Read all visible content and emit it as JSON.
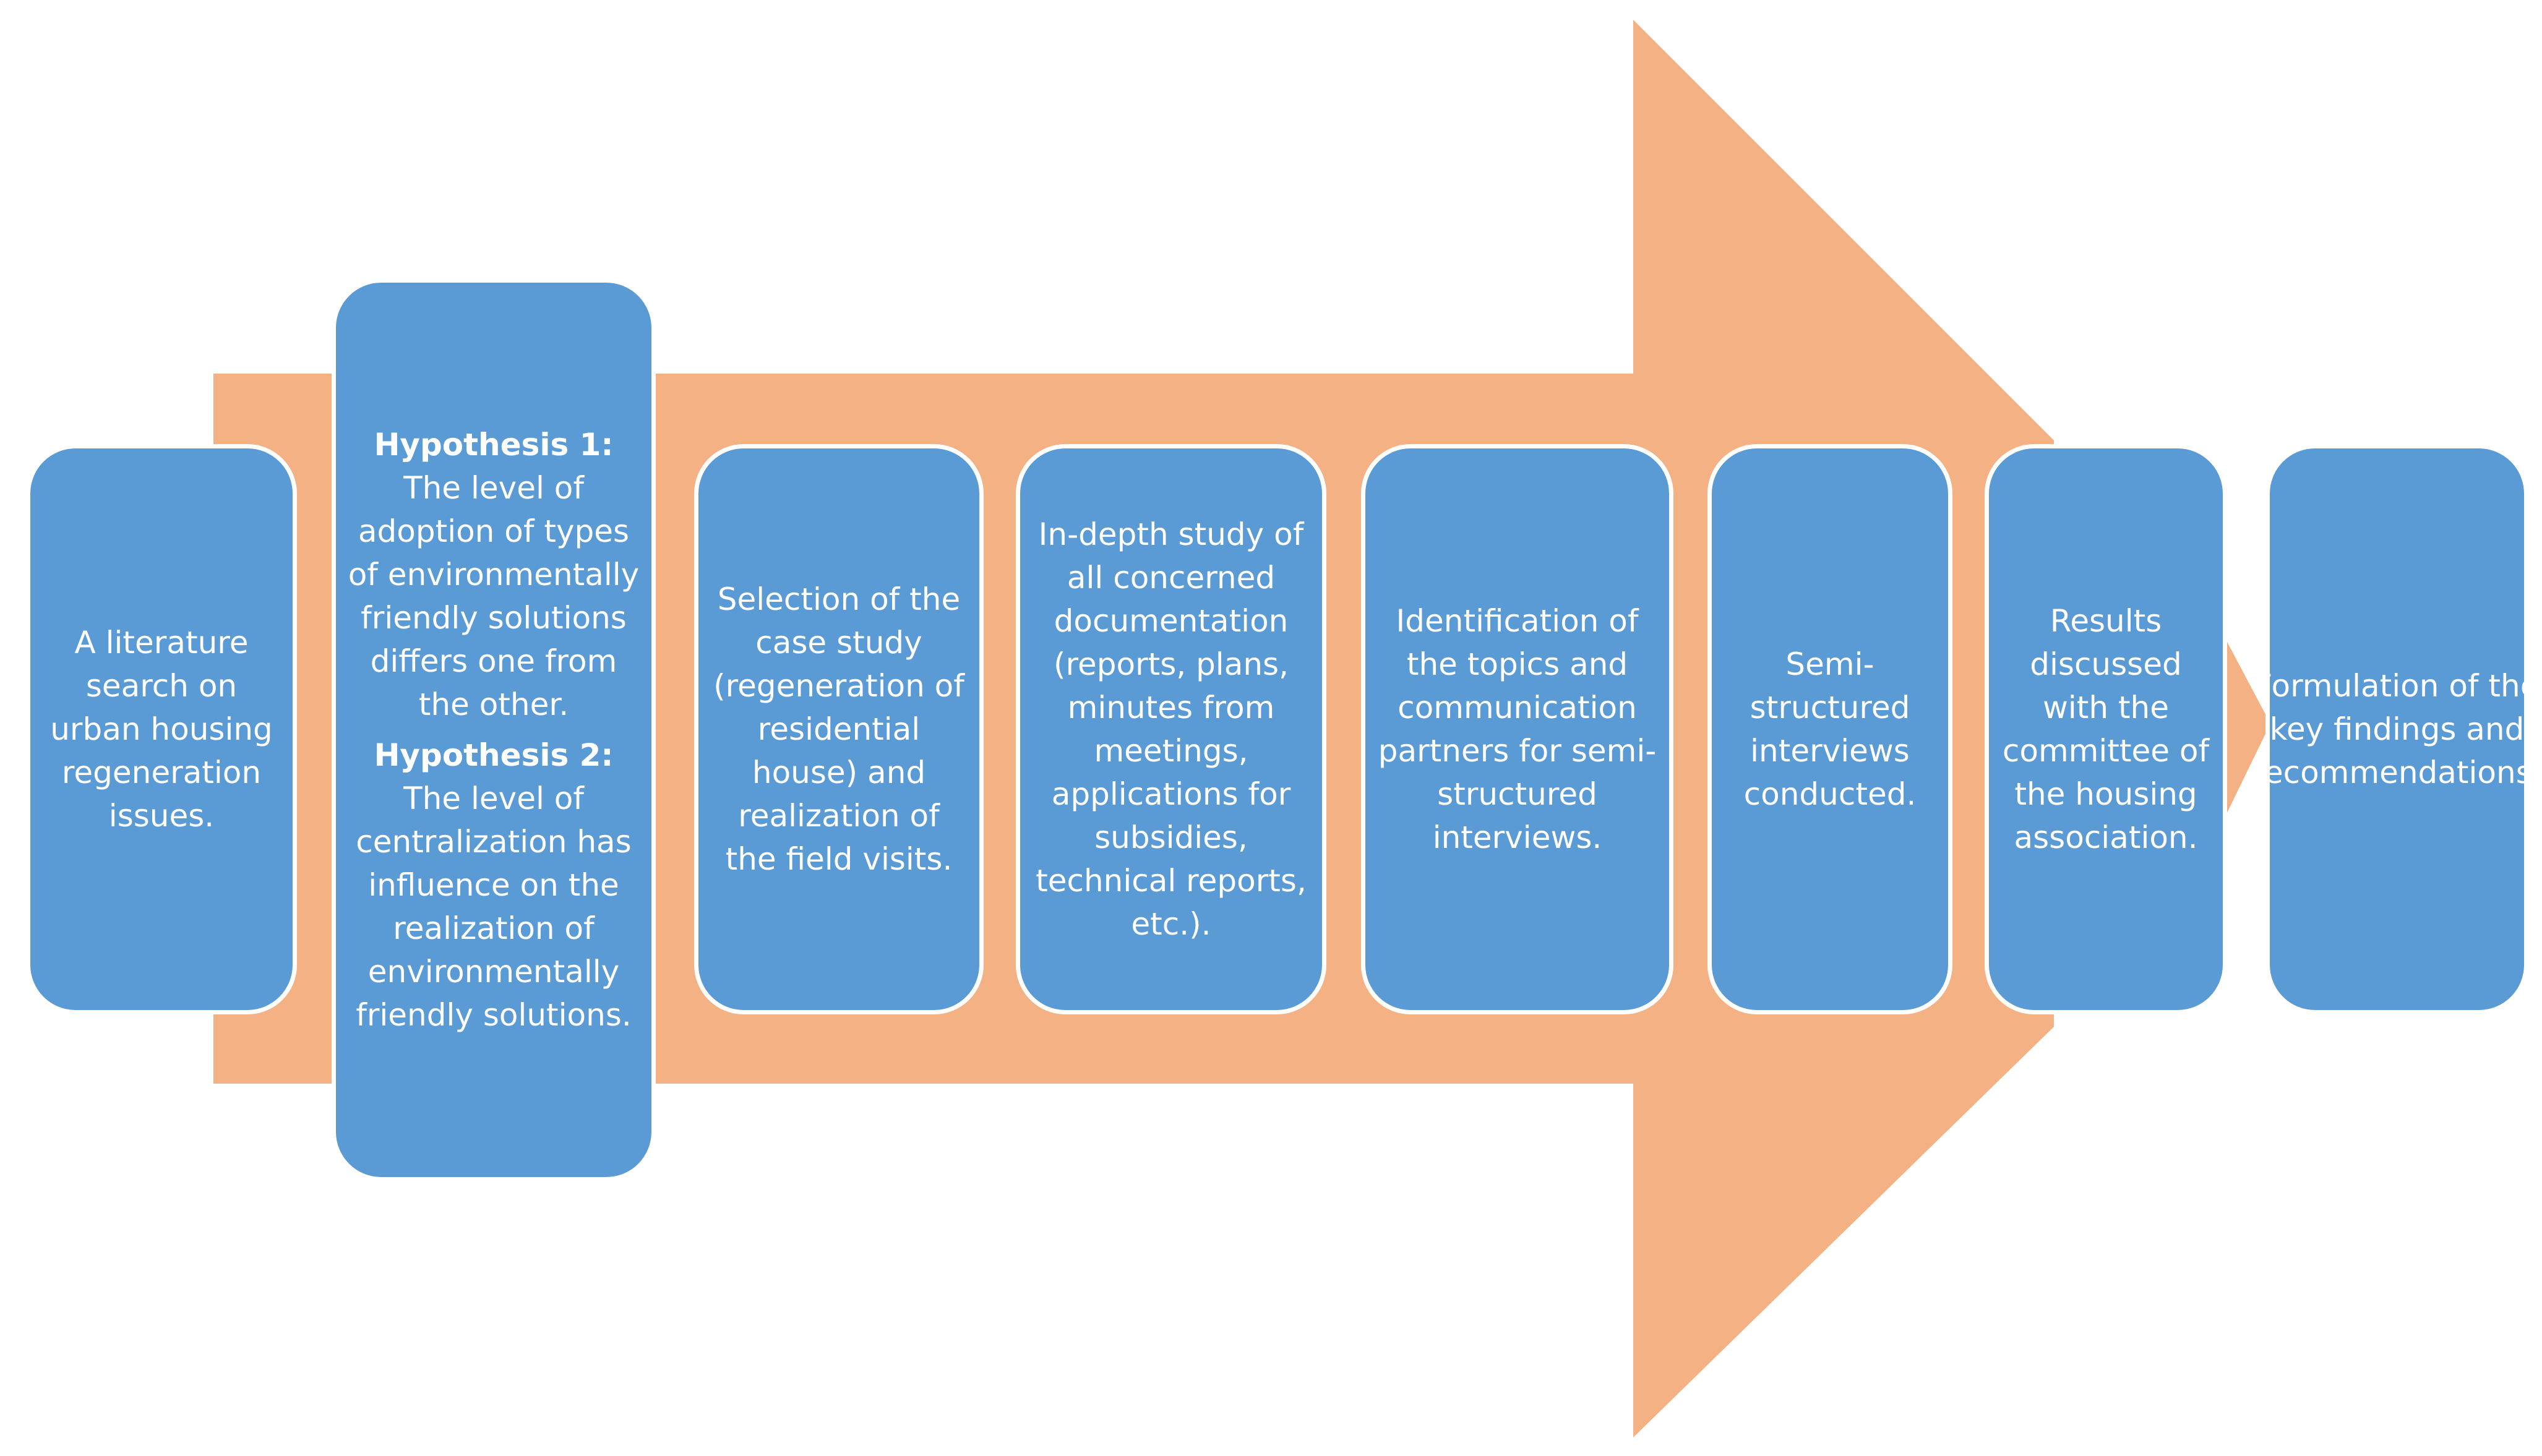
{
  "colors": {
    "arrow": "#f4b183",
    "box": "#5b9bd5",
    "text": "#ffffff"
  },
  "steps": [
    {
      "text": "A literature search on urban housing regeneration issues."
    },
    {
      "hypothesis_1_title": "Hypothesis 1:",
      "hypothesis_1_text": "The level of adoption of types of environmentally friendly solutions differs one from the other.",
      "hypothesis_2_title": "Hypothesis 2:",
      "hypothesis_2_text": "The level of centralization has influence on the realization of environmentally friendly solutions."
    },
    {
      "text": "Selection of the case study (regeneration of residential house) and realization of the field visits."
    },
    {
      "text": "In-depth study of all concerned documentation (reports, plans, minutes from meetings, applications for subsidies, technical reports, etc.)."
    },
    {
      "text": "Identification of the topics and communication partners for semi-structured interviews."
    },
    {
      "text": "Semi-structured interviews conducted."
    },
    {
      "text": "Results discussed with the committee of the housing association."
    },
    {
      "text": "Formulation of the key findings and recommendations."
    }
  ]
}
